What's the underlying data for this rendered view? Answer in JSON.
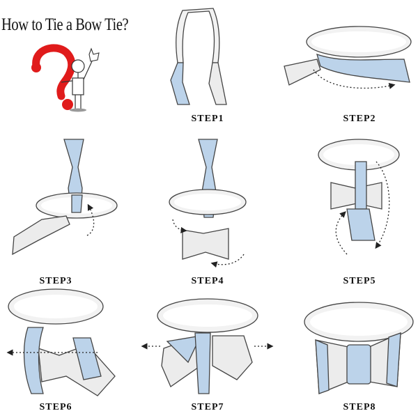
{
  "title": "How to Tie a Bow Tie?",
  "colors": {
    "tie_blue": "#bcd3ea",
    "question_red": "#e01b1b"
  },
  "steps": [
    {
      "label": "STEP1"
    },
    {
      "label": "STEP2"
    },
    {
      "label": "STEP3"
    },
    {
      "label": "STEP4"
    },
    {
      "label": "STEP5"
    },
    {
      "label": "STEP6"
    },
    {
      "label": "STEP7"
    },
    {
      "label": "STEP8"
    }
  ]
}
